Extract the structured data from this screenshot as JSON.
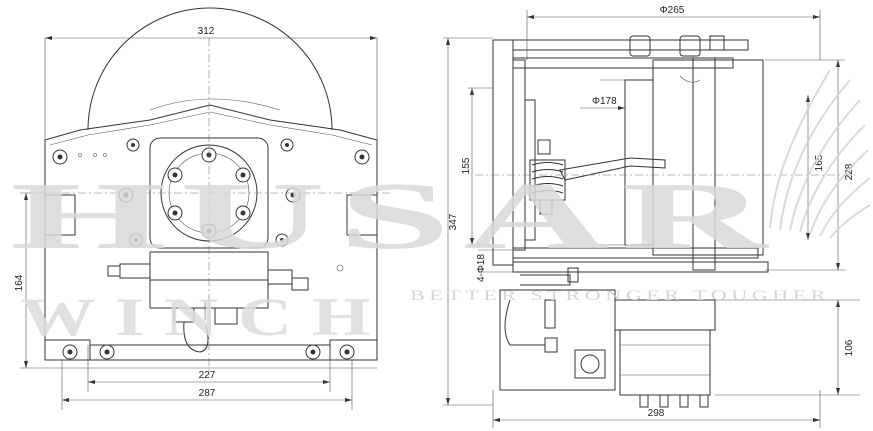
{
  "watermark": {
    "brand": "HUSAR",
    "sub": "WINCH",
    "tagline": "BETTER STRONGER TOUGHER"
  },
  "front_view": {
    "dims": {
      "overall_width": "312",
      "base_inner": "227",
      "base_outer": "287",
      "height_left": "164"
    }
  },
  "side_view": {
    "dims": {
      "flange_diameter": "Φ265",
      "drum_diameter": "Φ178",
      "drum_width": "165",
      "overall_height": "228",
      "inner_155": "155",
      "height_347": "347",
      "hole": "4-Φ18",
      "motor_drop": "106",
      "overall_length": "298"
    }
  }
}
